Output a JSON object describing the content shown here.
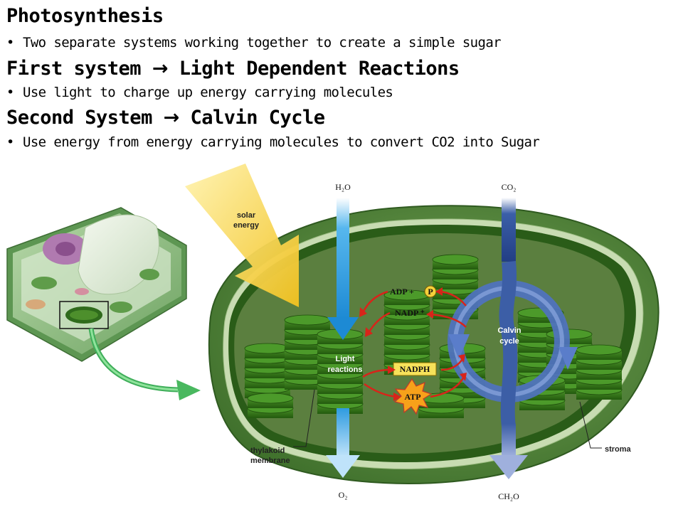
{
  "slide": {
    "title": "Photosynthesis",
    "bullet1": "Two separate systems working together to create a simple sugar",
    "heading2_pre": "First system",
    "heading2_arrow": "→",
    "heading2_post": "Light Dependent Reactions",
    "bullet2": "Use light to charge up energy carrying molecules",
    "heading3_pre": "Second System",
    "heading3_arrow": "→",
    "heading3_post": "Calvin Cycle",
    "bullet3": "Use energy from energy carrying molecules to convert CO2 into Sugar",
    "bullet_char": "•"
  },
  "diagram": {
    "solar_line1": "solar",
    "solar_line2": "energy",
    "h2o": "H₂O",
    "co2": "CO₂",
    "adp": "ADP +",
    "p": "P",
    "nadp": "NADP ⁺",
    "light_line1": "Light",
    "light_line2": "reactions",
    "nadph": "NADPH",
    "atp": "ATP",
    "calvin_line1": "Calvin",
    "calvin_line2": "cycle",
    "thylakoid_line1": "thylakoid",
    "thylakoid_line2": "membrane",
    "stroma": "stroma",
    "o2": "O₂",
    "ch2o": "CH₂O"
  },
  "colors": {
    "chloroplast": "#4f8a3a",
    "thylakoid": "#2e6e14",
    "water_arrow": "#3aa3e0",
    "co2_arrow": "#2b4f9a",
    "sun_arrow": "#f5d23a",
    "red_arrow": "#d8241a",
    "cell_green": "#7fb87a"
  }
}
